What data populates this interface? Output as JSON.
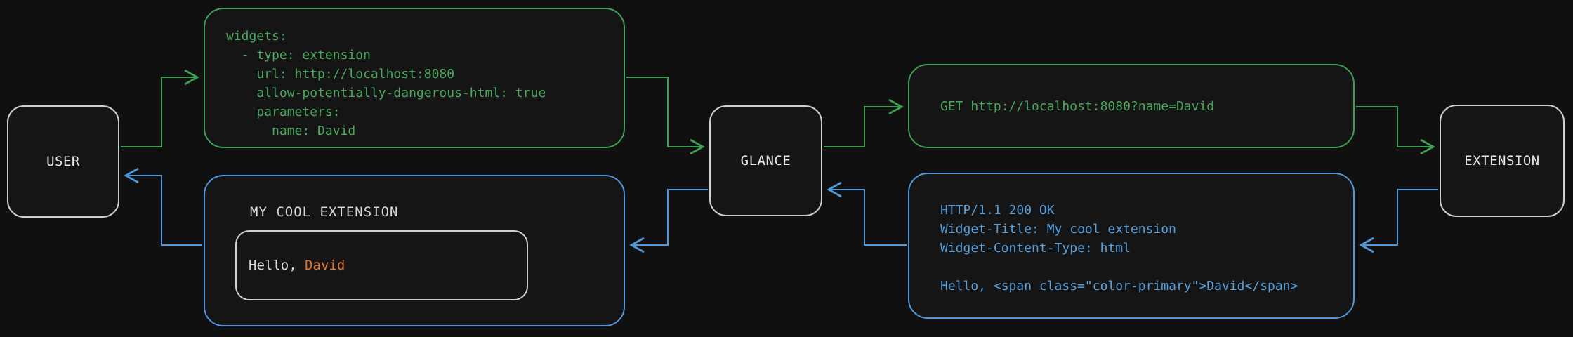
{
  "colors": {
    "background": "#101011",
    "green": "#3e9e53",
    "blue": "#4f97d9",
    "orange": "#e0782f",
    "node_border": "#cfcfcf"
  },
  "nodes": {
    "user": {
      "label": "USER"
    },
    "glance": {
      "label": "GLANCE"
    },
    "extension": {
      "label": "EXTENSION"
    }
  },
  "config_box": {
    "lines": [
      "widgets:",
      "  - type: extension",
      "    url: http://localhost:8080",
      "    allow-potentially-dangerous-html: true",
      "    parameters:",
      "      name: David"
    ]
  },
  "request_box": {
    "text": "GET http://localhost:8080?name=David"
  },
  "response_box": {
    "lines": [
      "HTTP/1.1 200 OK",
      "Widget-Title: My cool extension",
      "Widget-Content-Type: html",
      "",
      "Hello, <span class=\"color-primary\">David</span>"
    ]
  },
  "widget_box": {
    "title": "MY COOL EXTENSION",
    "greeting_prefix": "Hello, ",
    "greeting_name": "David"
  }
}
